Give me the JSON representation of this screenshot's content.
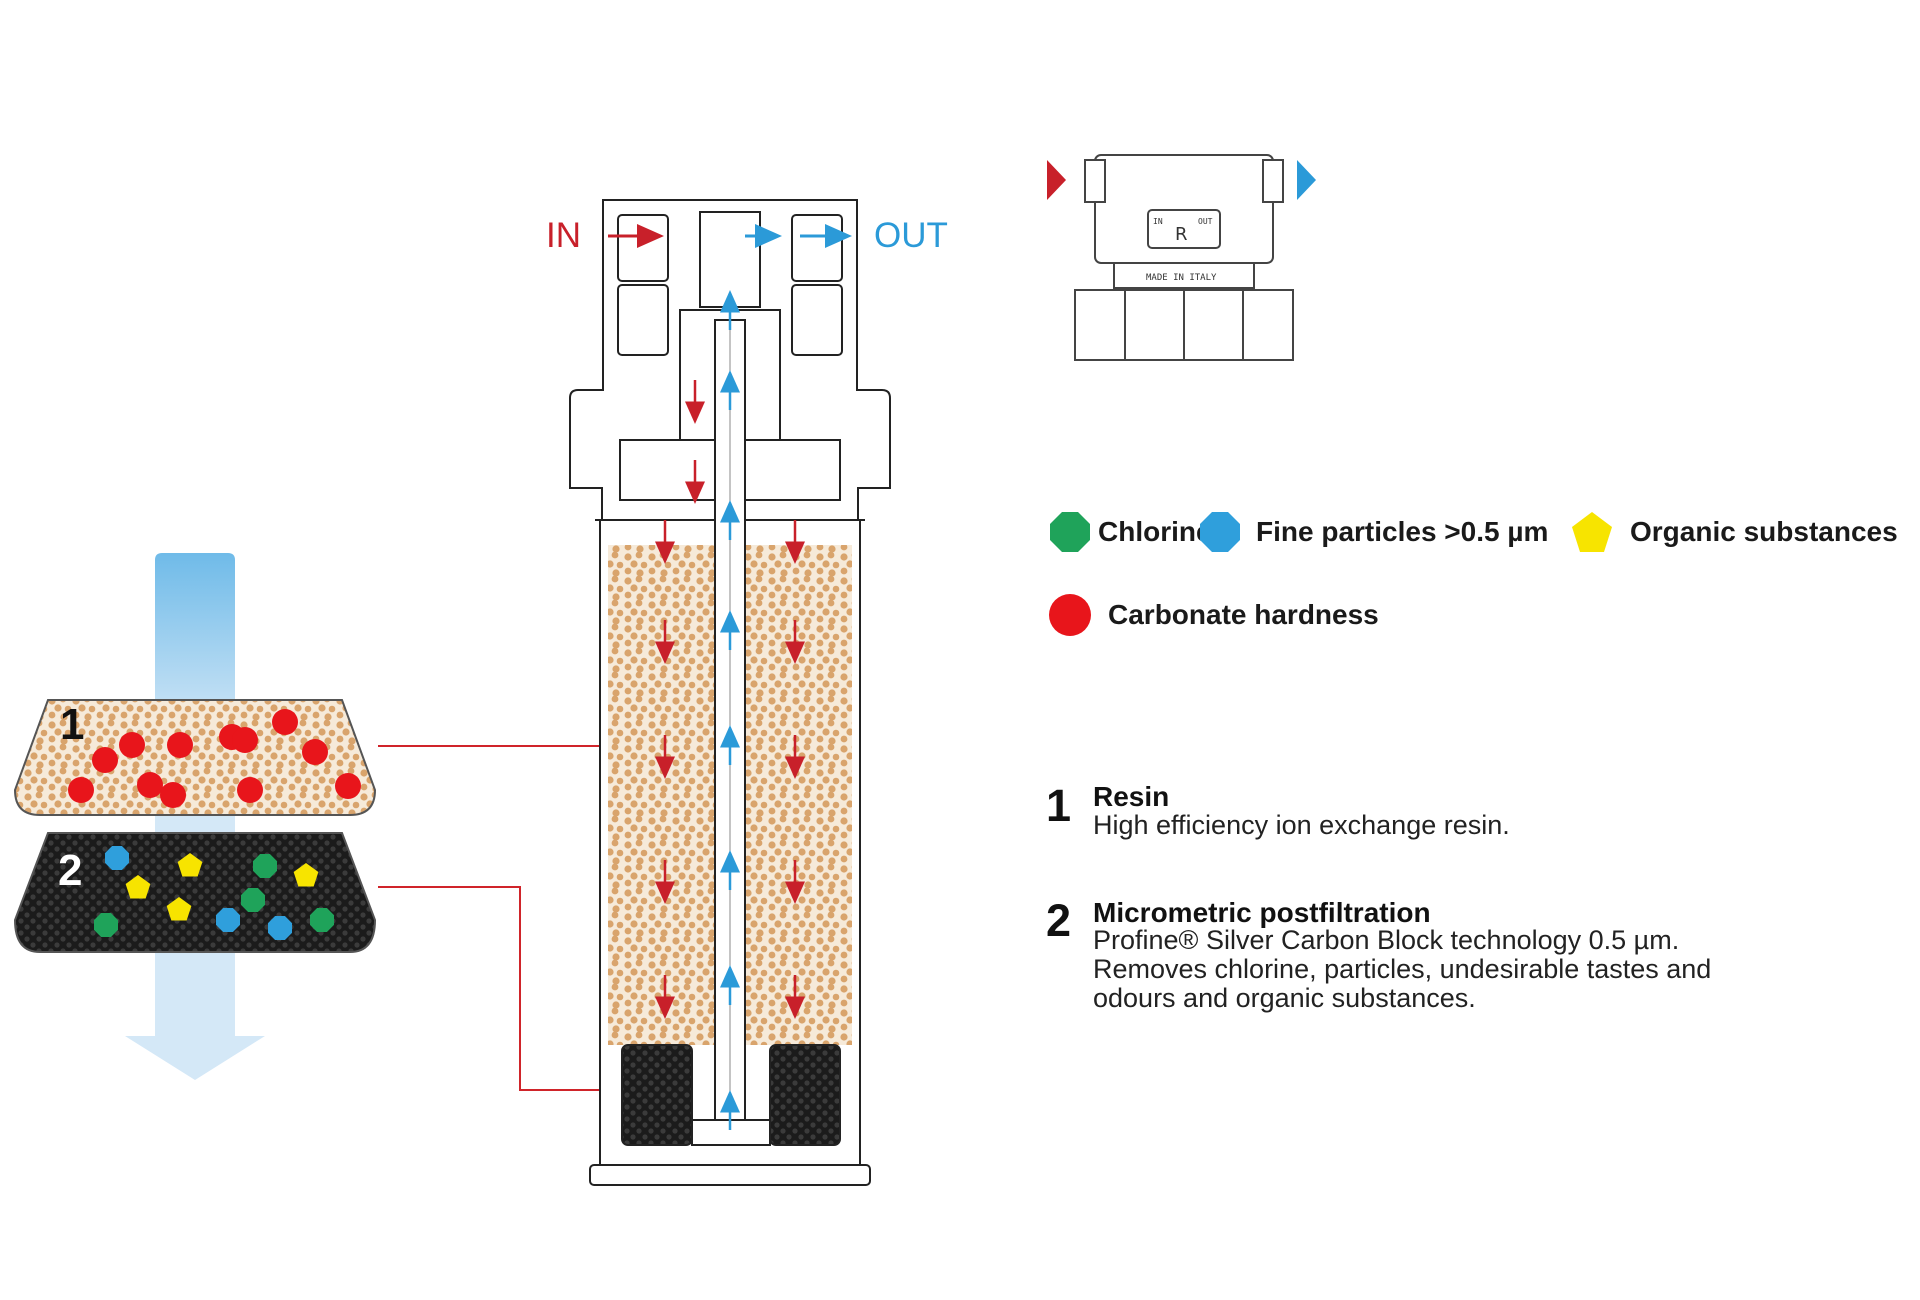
{
  "flow": {
    "in_label": "IN",
    "out_label": "OUT"
  },
  "head_stamp": {
    "in": "IN",
    "out": "OUT",
    "logo": "R",
    "made_in": "MADE IN ITALY"
  },
  "legend": [
    {
      "label": "Chlorine",
      "color": "#1fa35a",
      "shape": "octagon"
    },
    {
      "label": "Fine particles >0.5 µm",
      "color": "#2f9fdc",
      "shape": "octagon"
    },
    {
      "label": "Organic substances",
      "color": "#f7e400",
      "shape": "pentagon"
    },
    {
      "label": "Carbonate hardness",
      "color": "#e8151b",
      "shape": "circle"
    }
  ],
  "layers": [
    {
      "number": "1",
      "title": "Resin",
      "description": [
        "High efficiency ion exchange resin."
      ]
    },
    {
      "number": "2",
      "title": "Micrometric postfiltration",
      "description": [
        "Profine® Silver Carbon Block technology 0.5 µm.",
        "Removes chlorine, particles, undesirable tastes and",
        "odours and organic substances."
      ]
    }
  ],
  "stack_numbers": [
    "1",
    "2"
  ],
  "colors": {
    "in_red": "#c8202a",
    "out_blue": "#2b9ad8",
    "resin": "#d9a46c",
    "carbon": "#2a2a2a",
    "leader": "#d0242a"
  }
}
